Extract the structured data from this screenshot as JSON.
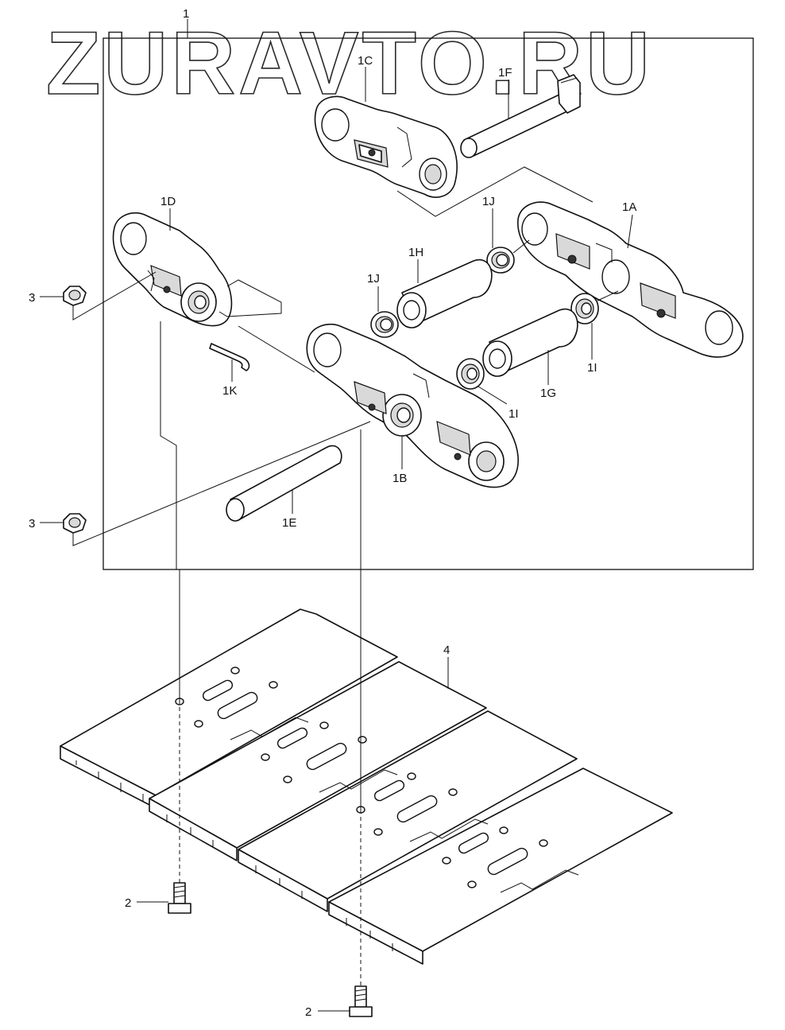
{
  "watermark": "ZURAVTO.RU",
  "labels": {
    "assembly": "1",
    "link_1a": "1A",
    "link_1b": "1B",
    "link_1c": "1C",
    "link_1d": "1D",
    "pin_1e": "1E",
    "pin_1f": "1F",
    "bushing_1g": "1G",
    "bushing_1h": "1H",
    "seal_1i_right": "1I",
    "seal_1i_left": "1I",
    "seal_1j_top": "1J",
    "seal_1j_left": "1J",
    "pin_1k": "1K",
    "bolt_2_top": "2",
    "bolt_2_bottom": "2",
    "nut_3_top": "3",
    "nut_3_bottom": "3",
    "shoe_4": "4"
  }
}
